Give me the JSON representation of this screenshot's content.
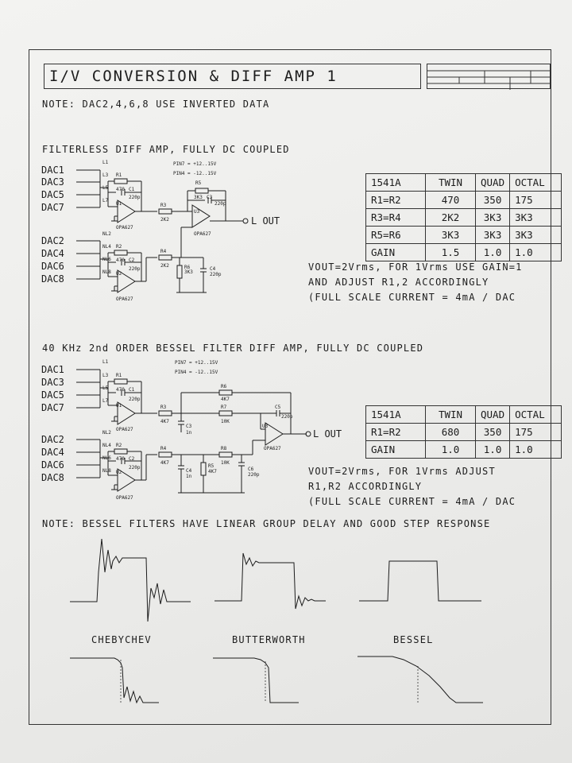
{
  "title": "I/V CONVERSION & DIFF AMP 1",
  "note_top": "NOTE: DAC2,4,6,8 USE INVERTED DATA",
  "section1": {
    "heading": "FILTERLESS DIFF AMP, FULLY DC COUPLED",
    "pin7": "PIN7 = +12..15V",
    "pin4": "PIN4 = -12..15V",
    "inputs_pos": [
      "DAC1",
      "DAC3",
      "DAC5",
      "DAC7"
    ],
    "inputs_neg": [
      "DAC2",
      "DAC4",
      "DAC6",
      "DAC8"
    ],
    "output_label": "L OUT",
    "components": {
      "l_labels": [
        "L1",
        "L3",
        "L5",
        "L7"
      ],
      "nl_labels": [
        "NL2",
        "NL4",
        "NL6",
        "NL8"
      ],
      "r1": "R1",
      "r1_val": "470",
      "c1": "C1",
      "c1_val": "220p",
      "r2": "R2",
      "r2_val": "470",
      "c2": "C2",
      "c2_val": "220p",
      "u1": "U1",
      "u2": "U2",
      "u3": "U3",
      "opamp": "OPA627",
      "r3": "R3",
      "r3_val": "2K2",
      "r4": "R4",
      "r4_val": "2K2",
      "r5": "R5",
      "r5_val": "3K3",
      "c3": "C3",
      "c3_val": "220p",
      "r6": "R6",
      "r6_val": "3K3",
      "c4": "C4",
      "c4_val": "220p"
    },
    "table": {
      "headers": [
        "1541A",
        "TWIN",
        "QUAD",
        "OCTAL"
      ],
      "rows": [
        [
          "R1=R2",
          "470",
          "350",
          "175"
        ],
        [
          "R3=R4",
          "2K2",
          "3K3",
          "3K3"
        ],
        [
          "R5=R6",
          "3K3",
          "3K3",
          "3K3"
        ],
        [
          "GAIN",
          "1.5",
          "1.0",
          "1.0"
        ]
      ]
    },
    "notes": [
      "VOUT=2Vrms, FOR 1Vrms USE GAIN=1",
      "AND ADJUST R1,2 ACCORDINGLY",
      "(FULL SCALE CURRENT = 4mA / DAC"
    ]
  },
  "section2": {
    "heading": "40 KHz 2nd ORDER BESSEL FILTER DIFF AMP, FULLY DC COUPLED",
    "pin7": "PIN7 = +12..15V",
    "pin4": "PIN4 = -12..15V",
    "inputs_pos": [
      "DAC1",
      "DAC3",
      "DAC5",
      "DAC7"
    ],
    "inputs_neg": [
      "DAC2",
      "DAC4",
      "DAC6",
      "DAC8"
    ],
    "output_label": "L OUT",
    "components": {
      "l_labels": [
        "L1",
        "L3",
        "L5",
        "L7"
      ],
      "nl_labels": [
        "NL2",
        "NL4",
        "NL6",
        "NL8"
      ],
      "r1": "R1",
      "r1_val": "470",
      "c1": "C1",
      "c1_val": "220p",
      "r2": "R2",
      "r2_val": "470",
      "c2": "C2",
      "c2_val": "220p",
      "u1": "U1",
      "u2": "U2",
      "u3": "U3",
      "opamp": "OPA627",
      "r3": "R3",
      "r3_val": "4K7",
      "r4": "R4",
      "r4_val": "4K7",
      "r5": "R5",
      "r5_val": "4K7",
      "r6": "R6",
      "r6_val": "4K7",
      "r7": "R7",
      "r7_val": "10K",
      "r8": "R8",
      "r8_val": "10K",
      "c3": "C3",
      "c3_val": "1n",
      "c4": "C4",
      "c4_val": "1n",
      "c5": "C5",
      "c5_val": "220p",
      "c6": "C6",
      "c6_val": "220p"
    },
    "table": {
      "headers": [
        "1541A",
        "TWIN",
        "QUAD",
        "OCTAL"
      ],
      "rows": [
        [
          "R1=R2",
          "680",
          "350",
          "175"
        ],
        [
          "GAIN",
          "1.0",
          "1.0",
          "1.0"
        ]
      ]
    },
    "notes": [
      "VOUT=2Vrms, FOR 1Vrms ADJUST",
      "R1,R2 ACCORDINGLY",
      "(FULL SCALE CURRENT = 4mA / DAC"
    ]
  },
  "note_bottom": "NOTE: BESSEL FILTERS HAVE LINEAR GROUP DELAY AND GOOD STEP RESPONSE",
  "filter_labels": [
    "CHEBYCHEV",
    "BUTTERWORTH",
    "BESSEL"
  ]
}
